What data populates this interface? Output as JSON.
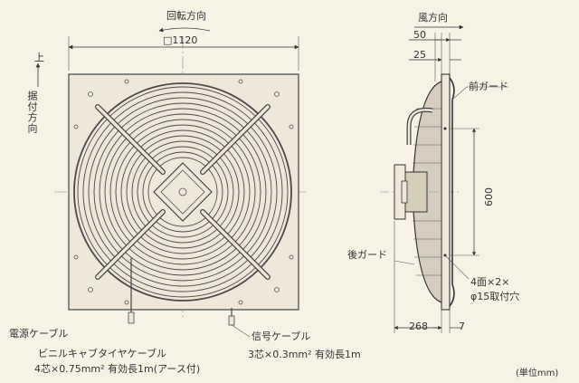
{
  "labels": {
    "rotation": "回転方向",
    "size": "□1120",
    "up": "上",
    "install_dir": "据付方向",
    "power_cable": "電源ケーブル",
    "power_cable_type": "ビニルキャブタイヤケーブル",
    "power_cable_spec": "4芯×0.75mm² 有効長1m(アース付)",
    "signal_cable": "信号ケーブル",
    "signal_cable_spec": "3芯×0.3mm² 有効長1m",
    "wind_dir": "風方向",
    "dim_50": "50",
    "dim_25": "25",
    "front_guard": "前ガード",
    "rear_guard": "後ガード",
    "dim_600": "600",
    "holes_line1": "4面×2×",
    "holes_line2": "φ15取付穴",
    "dim_268": "268",
    "dim_7": "7",
    "unit": "(単位mm)"
  },
  "colors": {
    "background": "#f6f2e4",
    "line": "#3a3a3a",
    "frame_fill": "#efe8d8",
    "guard_fill": "#8a7a6a"
  }
}
